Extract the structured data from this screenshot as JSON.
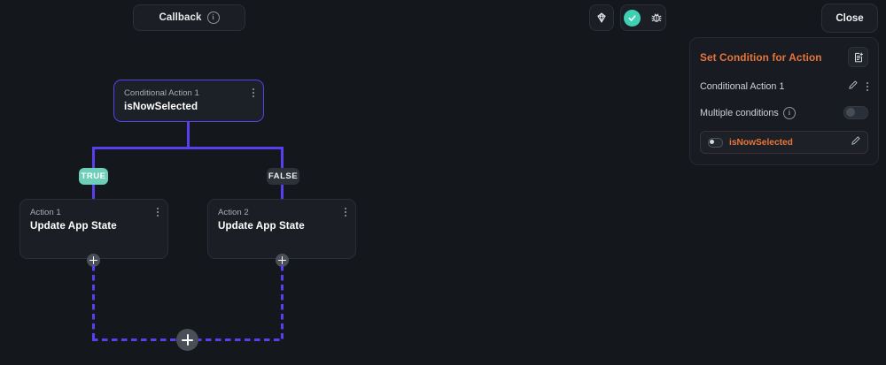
{
  "topbar": {
    "callback_label": "Callback",
    "callback_info_icon": "info-icon",
    "relic_icon": "relic-icon",
    "run_icon": "check-circle-icon",
    "debug_icon": "bug-icon",
    "close_label": "Close"
  },
  "panel": {
    "title": "Set Condition for Action",
    "doc_icon": "document-add-icon",
    "action_name": "Conditional Action 1",
    "edit_icon": "pencil-icon",
    "kebab_icon": "more-vertical-icon",
    "multiple_conditions_label": "Multiple conditions",
    "multiple_conditions_info_icon": "info-icon",
    "multiple_conditions_value": "off",
    "condition_chip": {
      "toggle_icon": "toggle-icon",
      "label": "isNowSelected",
      "edit_icon": "pencil-icon"
    }
  },
  "flow": {
    "conditional_node": {
      "subtitle": "Conditional Action 1",
      "title": "isNowSelected",
      "menu_icon": "more-vertical-icon"
    },
    "branches": {
      "true_label": "TRUE",
      "false_label": "FALSE"
    },
    "actions": [
      {
        "subtitle": "Action 1",
        "title": "Update App State",
        "menu_icon": "more-vertical-icon"
      },
      {
        "subtitle": "Action 2",
        "title": "Update App State",
        "menu_icon": "more-vertical-icon"
      }
    ],
    "add_icon": "plus-icon"
  },
  "colors": {
    "background": "#14171b",
    "connector_purple": "#5b3ef0",
    "accent_orange": "#e8763a",
    "true_teal": "#6dcfb8",
    "run_teal": "#3fd0b4",
    "panel_bg": "#181b21",
    "node_bg": "#1b1e24"
  }
}
